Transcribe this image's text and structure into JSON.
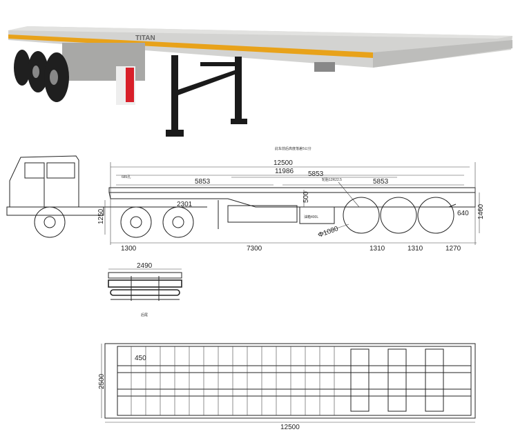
{
  "photo": {
    "brand_text": "TITAN",
    "colors": {
      "deck": "#c9c9c7",
      "stripe": "#e8a21a",
      "reflector": "#d8202a",
      "tire": "#1f1f1f"
    }
  },
  "side_view": {
    "note": "此车前后高度落差5公分",
    "hole_note": "685孔",
    "tire_note": "轮胎12R22.5",
    "tank_label": "油箱400L",
    "dims": {
      "overall_length": "12500",
      "deck_length": "11986",
      "twistlock_upper": "5853",
      "twistlock_left": "5853",
      "twistlock_right": "5853",
      "kingpin_offset": "2301",
      "fifth_wheel_height": "1250",
      "frame_height": "500",
      "rear_overhang_height": "640",
      "deck_height": "1460",
      "wheel_diameter": "Φ1080",
      "front_overhang": "1300",
      "kingpin_to_axle": "7300",
      "axle_spacing_1": "1310",
      "axle_spacing_2": "1310",
      "rear_overhang": "1270"
    }
  },
  "rear_view": {
    "width": "2490",
    "caption": "后尾"
  },
  "top_view": {
    "width": "2500",
    "crossmember_spacing": "450",
    "length": "12500"
  }
}
